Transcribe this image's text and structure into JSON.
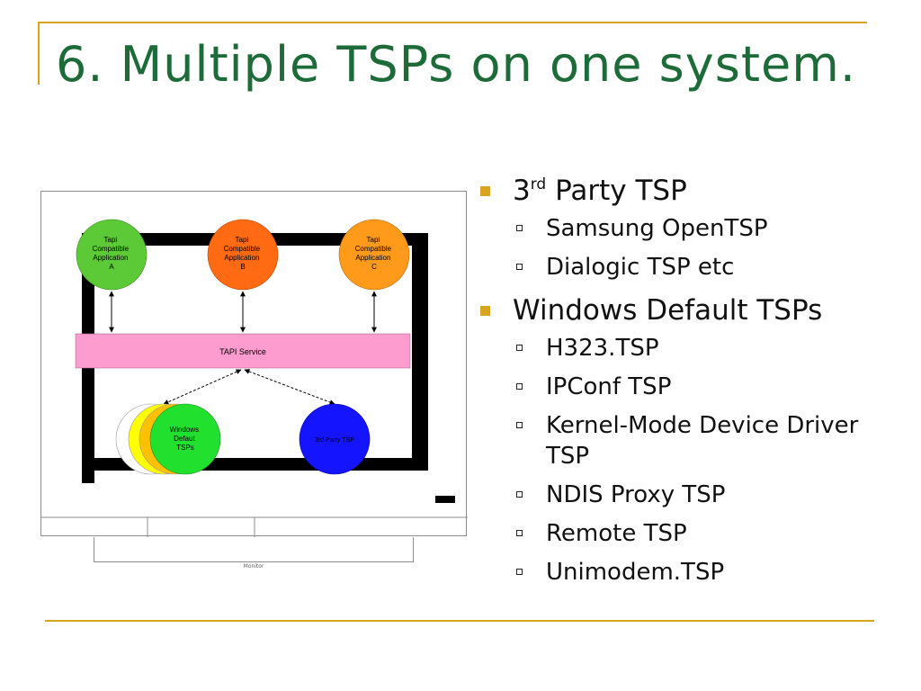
{
  "slide": {
    "title": "6. Multiple TSPs on one system."
  },
  "diagram": {
    "apps": [
      {
        "line1": "Tapi",
        "line2": "Compatible",
        "line3": "Application",
        "line4": "A",
        "color": "#5cc936"
      },
      {
        "line1": "Tapi",
        "line2": "Compatible",
        "line3": "Application",
        "line4": "B",
        "color": "#ff6a13"
      },
      {
        "line1": "Tapi",
        "line2": "Compatible",
        "line3": "Application",
        "line4": "C",
        "color": "#ff9a1a"
      }
    ],
    "service_label": "TAPI Service",
    "service_color": "#fc9ccf",
    "windows_tsps": {
      "line1": "Windows",
      "line2": "Defaut",
      "line3": "TSPs",
      "color": "#22e02e"
    },
    "third_party": {
      "label": "3rd Party TSP",
      "color": "#1414ff"
    },
    "monitor_label": "Monitor"
  },
  "bullets": [
    {
      "base": "3",
      "sup": "rd",
      "text": " Party TSP",
      "items": [
        "Samsung OpenTSP",
        "Dialogic TSP etc"
      ]
    },
    {
      "base": "",
      "sup": "",
      "text": "Windows Default TSPs",
      "items": [
        "H323.TSP",
        "IPConf TSP",
        "Kernel-Mode Device Driver TSP",
        "NDIS Proxy TSP",
        "Remote TSP",
        "Unimodem.TSP"
      ]
    }
  ]
}
